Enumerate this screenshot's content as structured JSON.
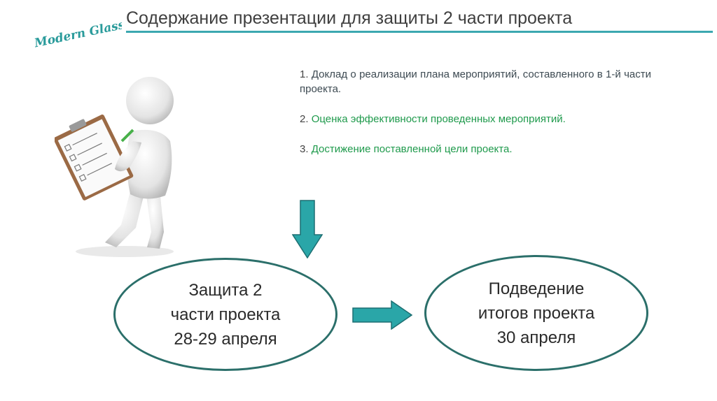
{
  "header": {
    "logo_text": "Modern Glass",
    "title": "Содержание презентации для защиты 2 части проекта"
  },
  "items": [
    {
      "num": "1.",
      "text": "Доклад о реализации плана мероприятий, составленного в 1-й части проекта."
    },
    {
      "num": "2.",
      "text": "Оценка эффективности проведенных мероприятий."
    },
    {
      "num": "3.",
      "text": "Достижение поставленной цели проекта."
    }
  ],
  "stages": [
    {
      "lines": [
        "Защита 2",
        "части проекта",
        "28-29 апреля"
      ]
    },
    {
      "lines": [
        "Подведение",
        "итогов проекта",
        "30 апреля"
      ]
    }
  ],
  "colors": {
    "accent": "#3ca8b0",
    "arrow_fill": "#2aa6a8",
    "ellipse_border": "#2b6f6a",
    "item_green": "#1f9a4c"
  }
}
